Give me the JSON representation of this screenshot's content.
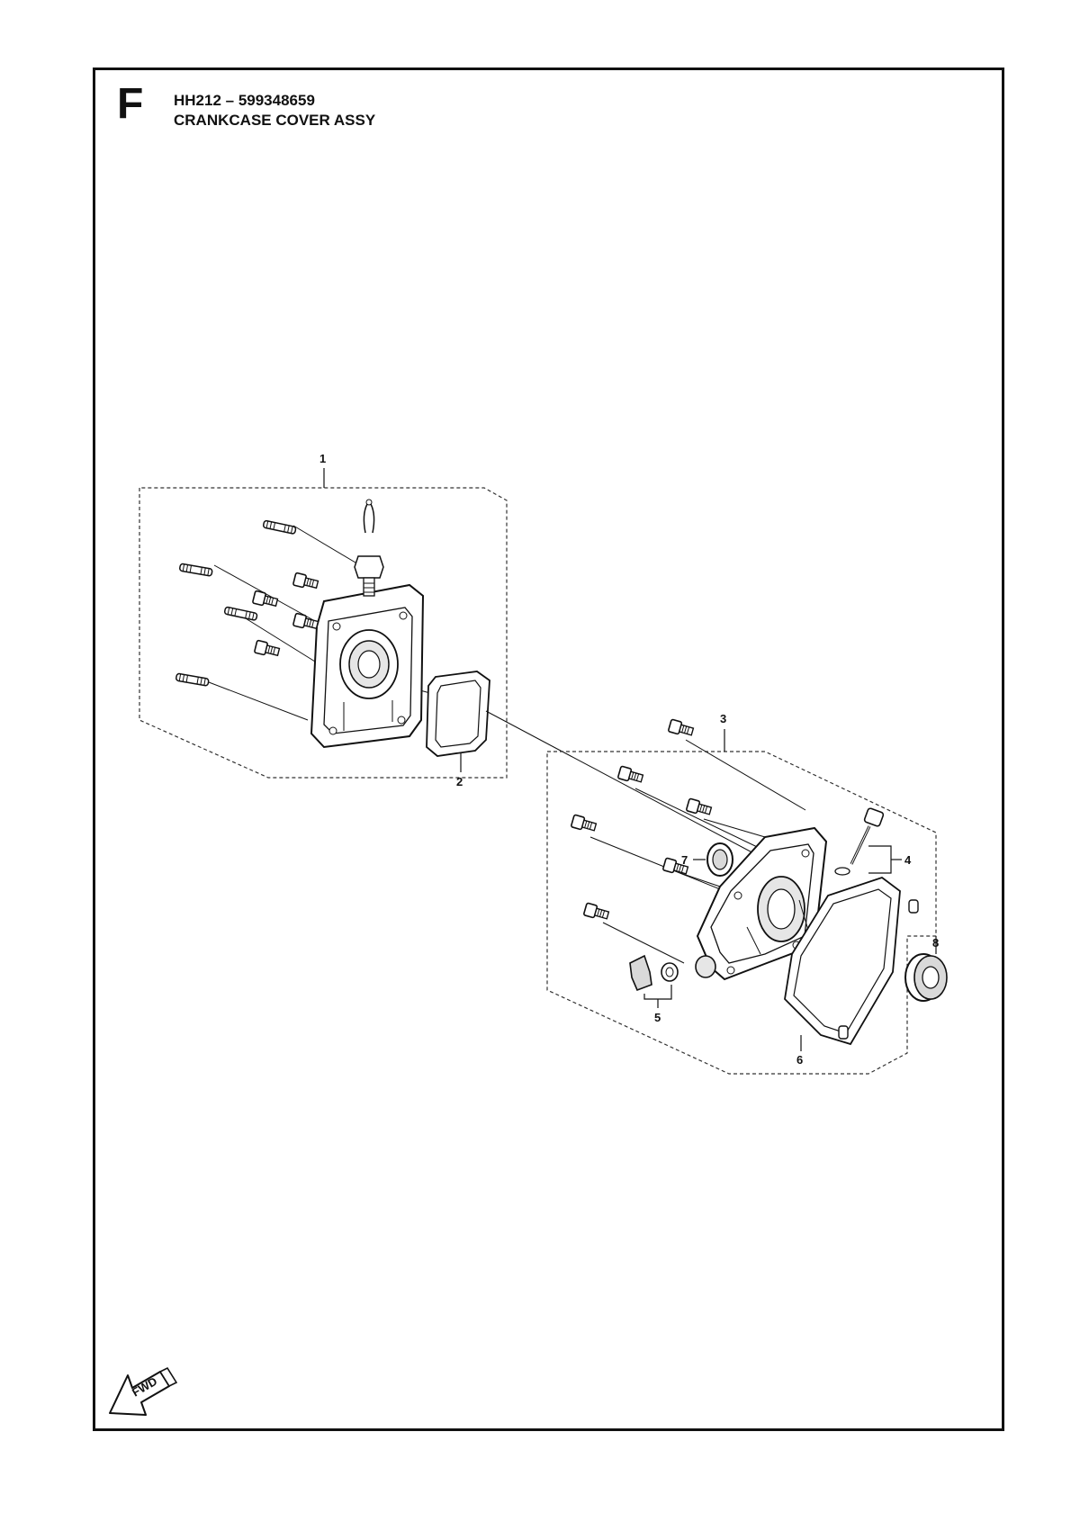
{
  "header": {
    "section_letter": "F",
    "model_line": "HH212 – 599348659",
    "assembly_title": "CRANKCASE COVER ASSY"
  },
  "callouts": [
    "1",
    "2",
    "3",
    "4",
    "5",
    "6",
    "7",
    "8"
  ],
  "fwd_label": "FWD",
  "colors": {
    "line": "#111111",
    "fill": "#ffffff",
    "shade": "#d9d9d9"
  }
}
